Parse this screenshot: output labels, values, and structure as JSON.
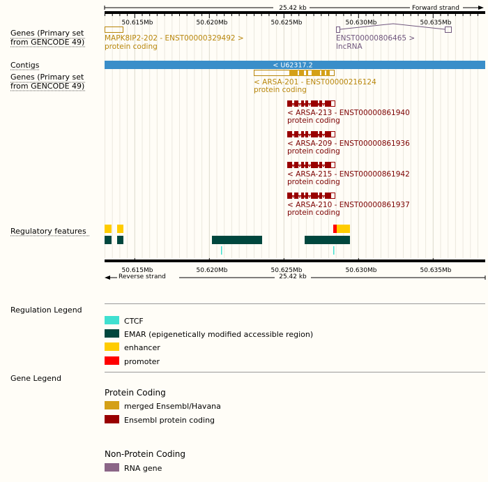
{
  "ruler": {
    "size_label": "25.42 kb",
    "forward_strand": "Forward strand",
    "reverse_strand": "Reverse strand",
    "ticks": [
      "50.615Mb",
      "50.620Mb",
      "50.625Mb",
      "50.630Mb",
      "50.635Mb"
    ]
  },
  "tracks": {
    "genes_top": "Genes (Primary set from GENCODE 49)",
    "contigs": "Contigs",
    "genes_bottom": "Genes (Primary set from GENCODE 49)",
    "regulatory": "Regulatory features"
  },
  "genes_forward": [
    {
      "name": "MAPK8IP2-202 - ENST00000329492 >",
      "biotype": "protein coding",
      "color": "#b8860b"
    },
    {
      "name": "ENST00000806465 >",
      "biotype": "lncRNA",
      "color": "#6f567d"
    }
  ],
  "contig": {
    "label": "< U62317.2",
    "color": "#3a8ec9"
  },
  "genes_reverse": [
    {
      "name": "< ARSA-201 - ENST00000216124",
      "biotype": "protein coding",
      "color": "#b8860b"
    },
    {
      "name": "< ARSA-213 - ENST00000861940",
      "biotype": "protein coding",
      "color": "#7b0000"
    },
    {
      "name": "< ARSA-209 - ENST00000861936",
      "biotype": "protein coding",
      "color": "#7b0000"
    },
    {
      "name": "< ARSA-215 - ENST00000861942",
      "biotype": "protein coding",
      "color": "#7b0000"
    },
    {
      "name": "< ARSA-210 - ENST00000861937",
      "biotype": "protein coding",
      "color": "#7b0000"
    }
  ],
  "regulation_legend": {
    "title": "Regulation Legend",
    "items": [
      {
        "label": "CTCF",
        "color": "#40e0d0"
      },
      {
        "label": "EMAR (epigenetically modified accessible region)",
        "color": "#00473e"
      },
      {
        "label": "enhancer",
        "color": "#ffcc00"
      },
      {
        "label": "promoter",
        "color": "#ff0000"
      }
    ]
  },
  "gene_legend": {
    "title": "Gene Legend",
    "protein_coding": {
      "heading": "Protein Coding",
      "items": [
        {
          "label": "merged Ensembl/Havana",
          "color": "#d4a017"
        },
        {
          "label": "Ensembl protein coding",
          "color": "#990000"
        }
      ]
    },
    "non_protein_coding": {
      "heading": "Non-Protein Coding",
      "items": [
        {
          "label": "RNA gene",
          "color": "#8b6687"
        }
      ]
    }
  }
}
